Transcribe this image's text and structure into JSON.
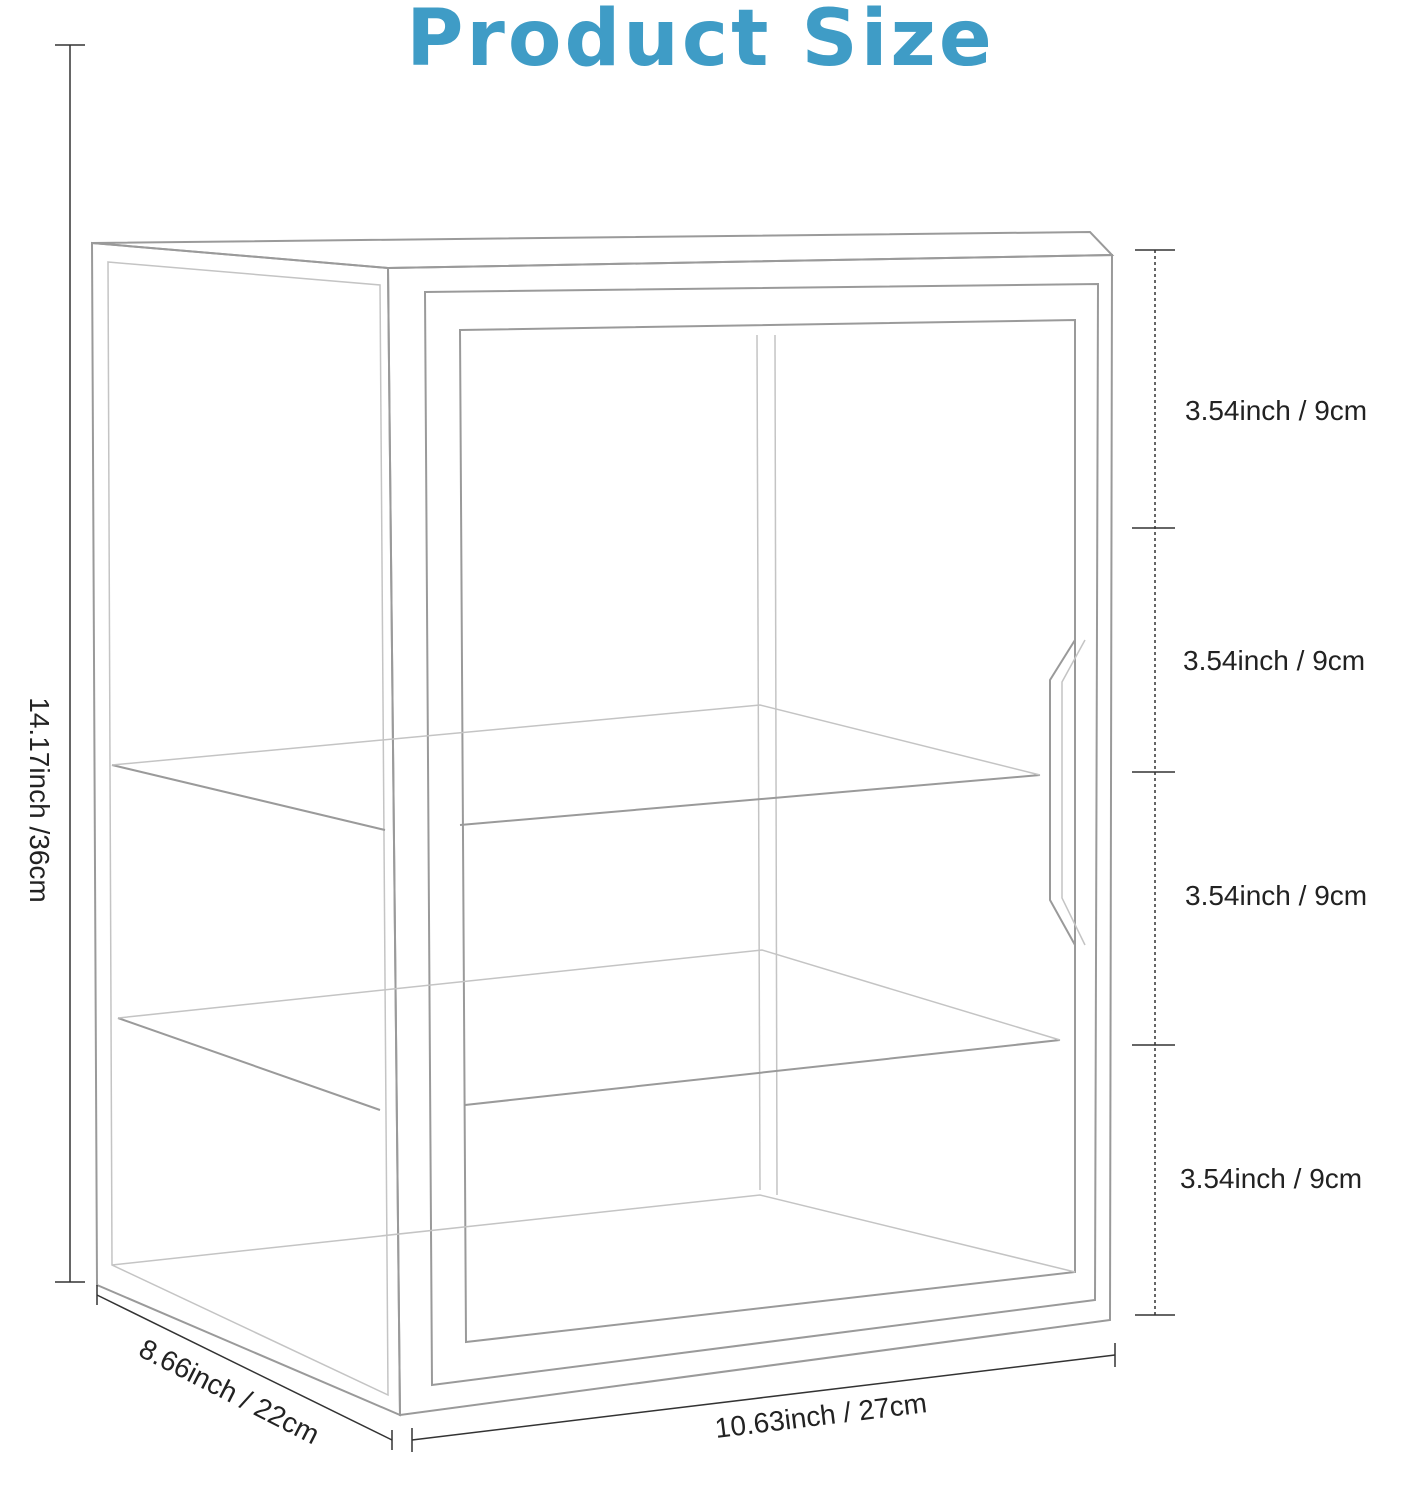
{
  "title": "Product Size",
  "colors": {
    "title": "#3f9cc6"
  },
  "dimensions": {
    "height": "14.17inch /36cm",
    "depth": "8.66inch / 22cm",
    "width": "10.63inch / 27cm",
    "tiers": [
      "3.54inch / 9cm",
      "3.54inch / 9cm",
      "3.54inch / 9cm",
      "3.54inch / 9cm"
    ]
  }
}
